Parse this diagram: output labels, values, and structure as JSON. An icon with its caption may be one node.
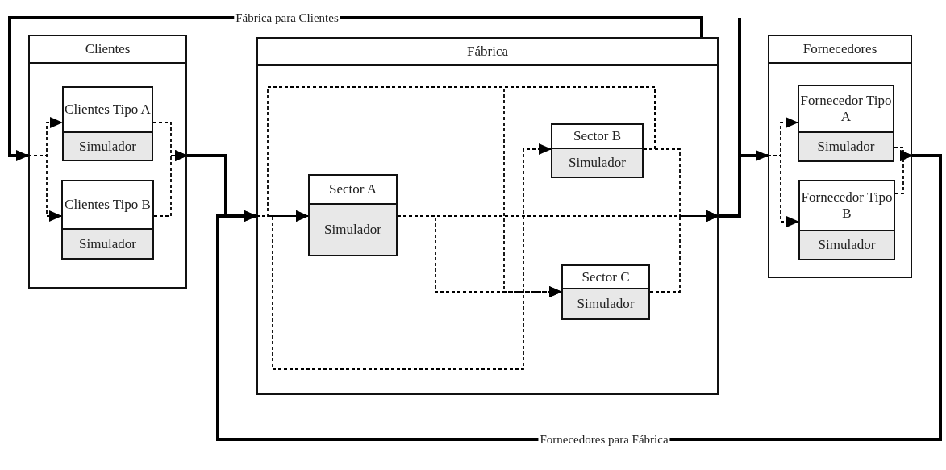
{
  "diagram": {
    "nodes": [
      {
        "text": [
          "Clientes"
        ]
      },
      {
        "text": [
          "Clientes Tipo A",
          "Simulador"
        ],
        "in": 0
      },
      {
        "text": [
          "Clientes Tipo B",
          "Simulador"
        ],
        "in": 0
      },
      {
        "text": [
          "Fábrica"
        ]
      },
      {
        "text": [
          "Sector A",
          "Simulador"
        ],
        "in": 3
      },
      {
        "text": [
          "Sector B",
          "Simulador"
        ],
        "in": 3
      },
      {
        "text": [
          "Sector C",
          "Simulador"
        ],
        "in": 3
      },
      {
        "text": [
          "Fornecedores"
        ]
      },
      {
        "text": [
          "Fornecedor Tipo A",
          "Simulador"
        ],
        "in": 7
      },
      {
        "text": [
          "Fornecedor Tipo B",
          "Simulador"
        ],
        "in": 7
      }
    ],
    "edges": [
      {
        "from": 0,
        "to": 1,
        "arrow": "to",
        "style": "dashed"
      },
      {
        "from": 0,
        "to": 2,
        "arrow": "to",
        "style": "dashed"
      },
      {
        "from": 1,
        "to": 0,
        "arrow": "to",
        "style": "dashed"
      },
      {
        "from": 2,
        "to": 0,
        "arrow": "to",
        "style": "dashed"
      },
      {
        "from": 0,
        "to": 3,
        "arrow": "to",
        "style": "thick"
      },
      {
        "from": 3,
        "to": 0,
        "arrow": "to",
        "style": "thick",
        "label": "Fábrica para Clientes"
      },
      {
        "from": 3,
        "to": 7,
        "arrow": "to",
        "style": "thick"
      },
      {
        "from": 7,
        "to": 3,
        "arrow": "to",
        "style": "thick",
        "label": "Fornecedores para Fábrica"
      },
      {
        "from": 7,
        "to": 8,
        "arrow": "to",
        "style": "dashed"
      },
      {
        "from": 7,
        "to": 9,
        "arrow": "to",
        "style": "dashed"
      },
      {
        "from": 8,
        "to": 7,
        "arrow": "to",
        "style": "dashed"
      },
      {
        "from": 9,
        "to": 7,
        "arrow": "to",
        "style": "dashed"
      },
      {
        "from": 3,
        "to": 4,
        "arrow": "to",
        "style": "dashed"
      },
      {
        "from": 4,
        "to": 6,
        "arrow": "to",
        "style": "dashed"
      },
      {
        "from": 4,
        "to": 3,
        "arrow": "to",
        "style": "dashed"
      },
      {
        "from": 3,
        "to": 5,
        "arrow": "to",
        "style": "dashed"
      },
      {
        "from": 5,
        "to": 6,
        "arrow": "to",
        "style": "dashed"
      },
      {
        "from": 5,
        "to": 4,
        "arrow": "to",
        "style": "dashed"
      },
      {
        "from": 5,
        "to": 3,
        "arrow": "to",
        "style": "dashed"
      },
      {
        "from": 6,
        "to": 3,
        "arrow": "to",
        "style": "dashed"
      }
    ]
  }
}
